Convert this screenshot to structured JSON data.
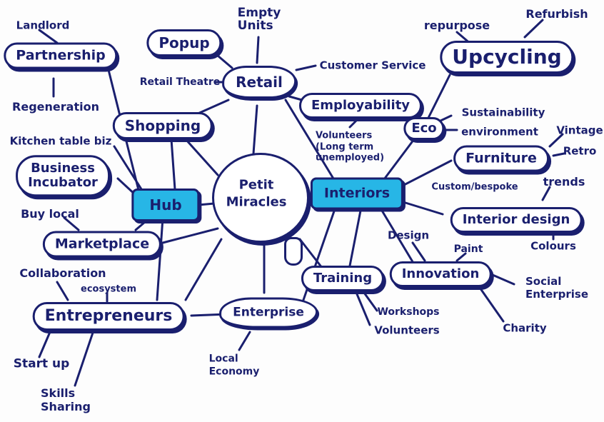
{
  "center": {
    "line1": "Petit",
    "line2": "Miracles"
  },
  "nodes": {
    "empty_units": "Empty\nUnits",
    "landlord": "Landlord",
    "popup": "Popup",
    "partnership": "Partnership",
    "retail": "Retail",
    "customer_service": "Customer Service",
    "repurpose": "repurpose",
    "refurbish": "Refurbish",
    "upcycling": "Upcycling",
    "retail_theatre": "Retail Theatre",
    "regeneration": "Regeneration",
    "employability": "Employability",
    "shopping": "Shopping",
    "sustainability": "Sustainability",
    "eco": "Eco",
    "environment": "environment",
    "vintage": "Vintage",
    "volunteers_longterm": "Volunteers\n(Long term\nunemployed)",
    "kitchen_table_biz": "Kitchen table biz",
    "furniture": "Furniture",
    "retro": "Retro",
    "business_incubator": "Business\nIncubator",
    "hub": "Hub",
    "interiors": "Interiors",
    "custom_bespoke": "Custom/bespoke",
    "trends": "trends",
    "buy_local": "Buy local",
    "interior_design": "Interior design",
    "marketplace": "Marketplace",
    "design": "Design",
    "colours": "Colours",
    "paint": "Paint",
    "collaboration": "Collaboration",
    "training": "Training",
    "innovation": "Innovation",
    "social_enterprise": "Social\nEnterprise",
    "ecosystem": "ecosystem",
    "entrepreneurs": "Entrepreneurs",
    "enterprise": "Enterprise",
    "workshops": "Workshops",
    "volunteers": "Volunteers",
    "charity": "Charity",
    "local_economy": "Local\nEconomy",
    "start_up": "Start up",
    "skills_sharing": "Skills\nSharing"
  },
  "colors": {
    "ink": "#1a1f6e",
    "highlight": "#27b6e6"
  }
}
